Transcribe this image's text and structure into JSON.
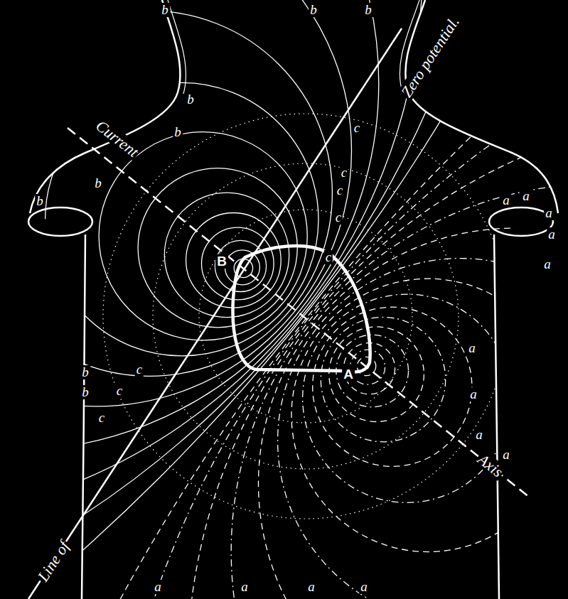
{
  "diagram": {
    "labels": [
      "Current",
      "Zero potential.",
      "Line of",
      "Axis",
      "B",
      "A",
      "b",
      "b",
      "b",
      "b",
      "b",
      "b",
      "b",
      "b",
      "b",
      "c",
      "c",
      "c",
      "c",
      "c",
      "c",
      "c",
      "c",
      "a",
      "a",
      "a",
      "a",
      "a",
      "a",
      "a",
      "a",
      "a",
      "a",
      "a",
      "a",
      "a"
    ]
  }
}
